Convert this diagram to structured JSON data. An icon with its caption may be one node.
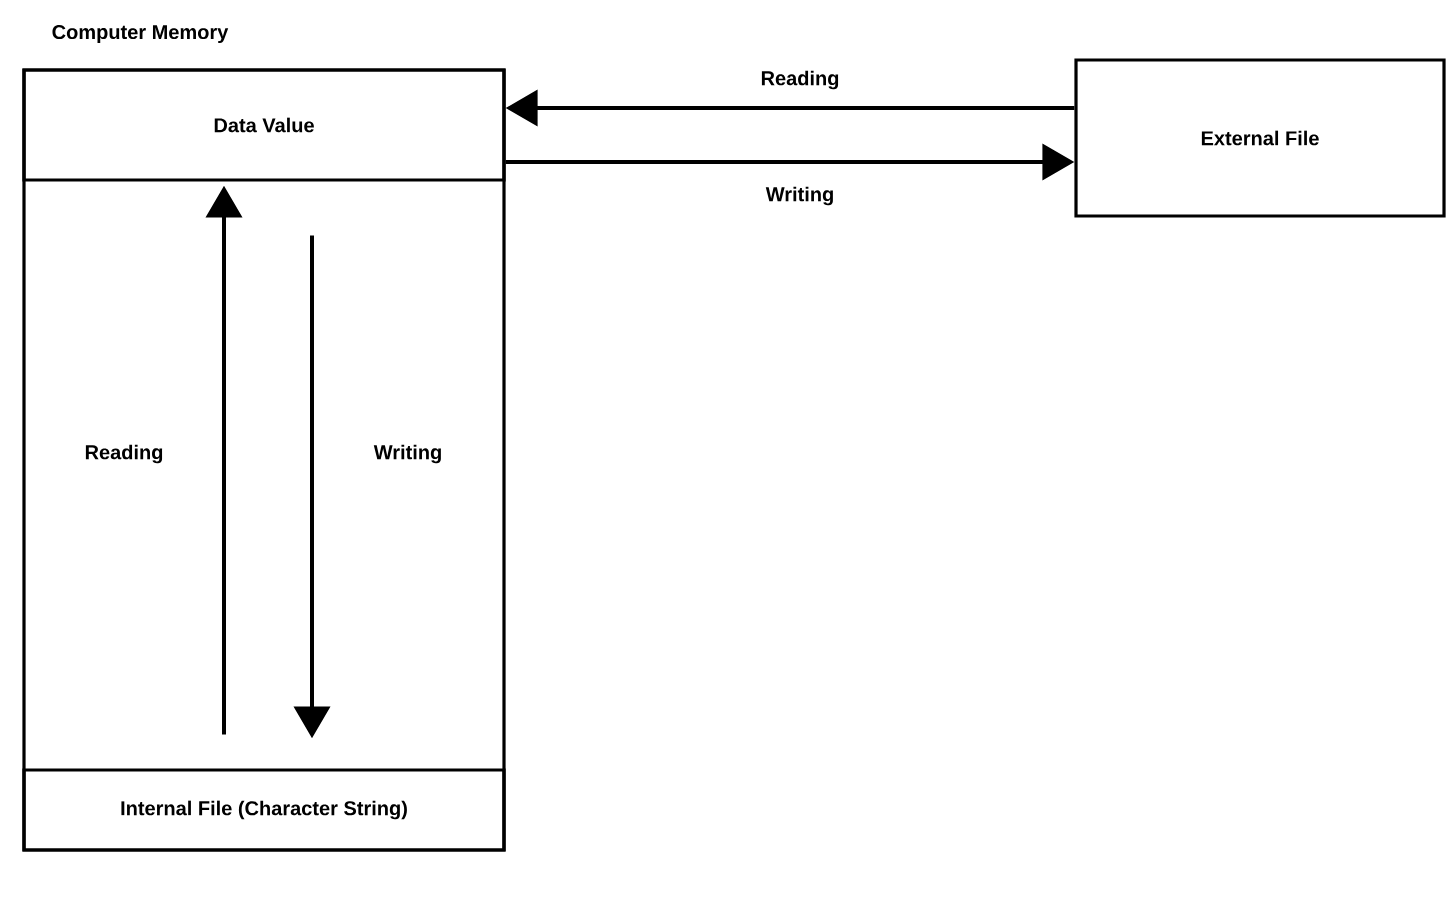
{
  "diagram": {
    "nodes": [
      {
        "text": [
          "Computer Memory"
        ]
      },
      {
        "text": [
          "Data Value"
        ],
        "in": 0
      },
      {
        "text": [
          "Internal File (Character String)"
        ],
        "in": 0
      },
      {
        "text": [
          "External File"
        ]
      }
    ],
    "edges": [
      {
        "from": 3,
        "to": 1,
        "arrow": "to",
        "label": "Reading"
      },
      {
        "from": 1,
        "to": 3,
        "arrow": "to",
        "label": "Writing"
      },
      {
        "from": 2,
        "to": 1,
        "arrow": "to",
        "label": "Reading"
      },
      {
        "from": 1,
        "to": 2,
        "arrow": "to",
        "label": "Writing"
      }
    ]
  }
}
